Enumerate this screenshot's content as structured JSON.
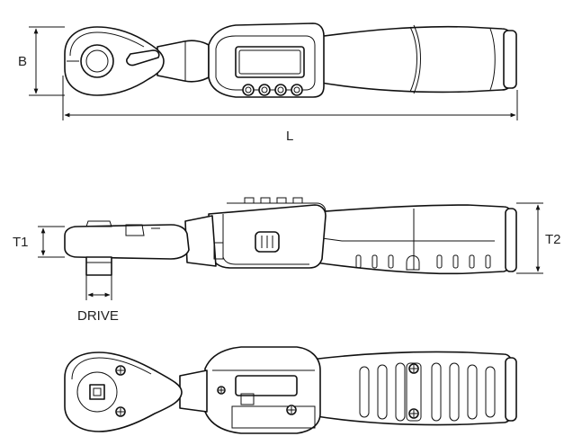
{
  "labels": {
    "B": "B",
    "L": "L",
    "T1": "T1",
    "T2": "T2",
    "DRIVE": "DRIVE"
  }
}
